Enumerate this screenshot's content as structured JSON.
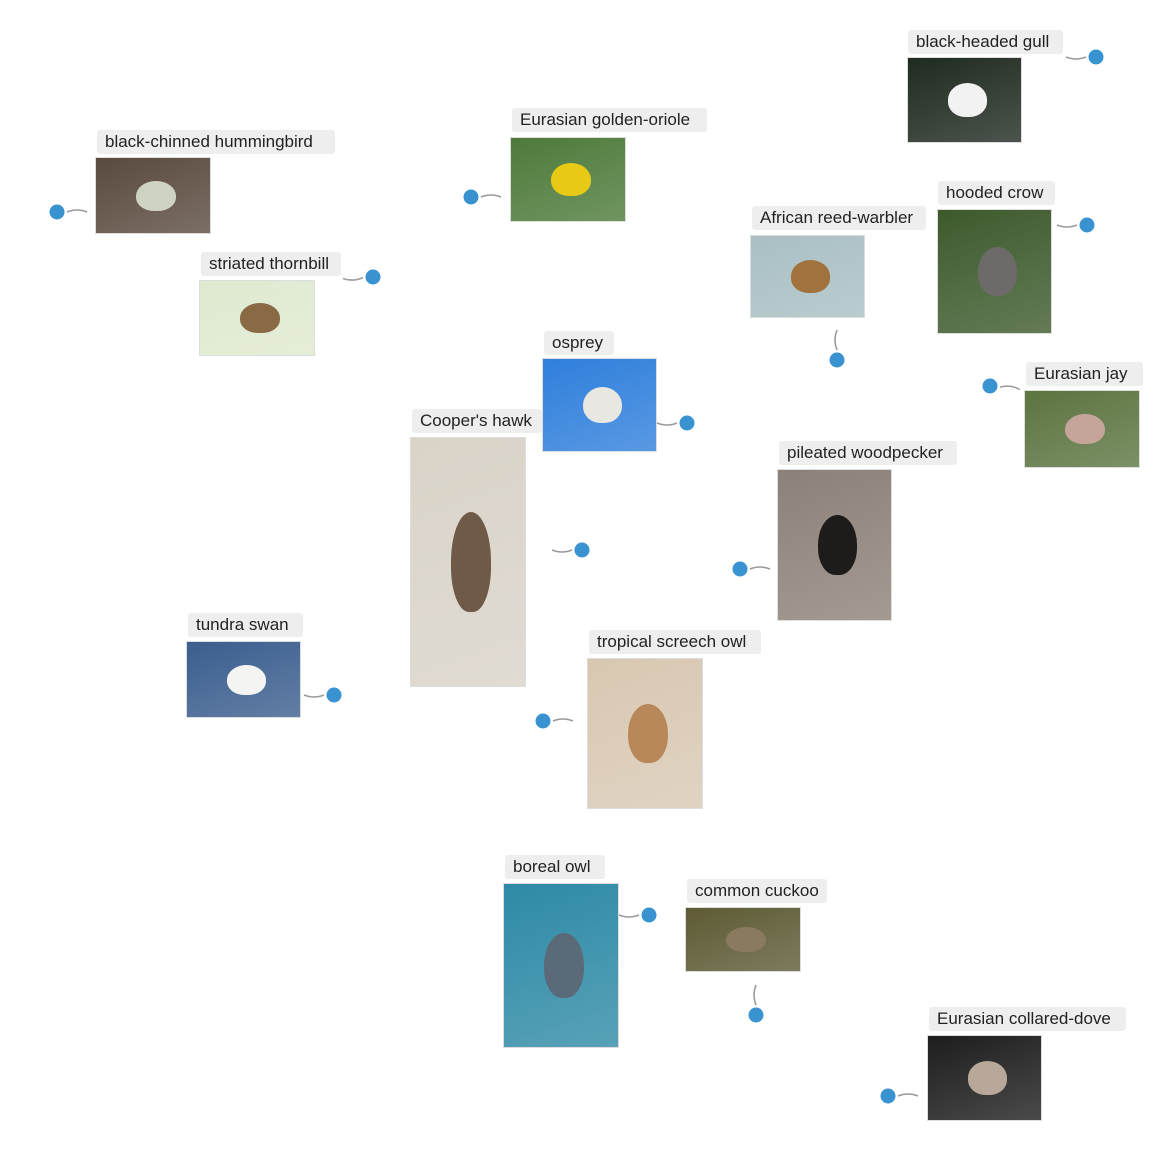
{
  "chart_data": {
    "type": "scatter",
    "title": "",
    "point_color": "#3a93d1",
    "points": [
      {
        "label": "black-headed gull",
        "image_colors": [
          "#1f2a20",
          "#f2f2f2"
        ]
      },
      {
        "label": "Eurasian golden-oriole",
        "image_colors": [
          "#4d7a3a",
          "#e8c915"
        ]
      },
      {
        "label": "black-chinned hummingbird",
        "image_colors": [
          "#5a4a3e",
          "#cfd3c4"
        ]
      },
      {
        "label": "hooded crow",
        "image_colors": [
          "#3d5a2c",
          "#6d6a6a"
        ]
      },
      {
        "label": "African reed-warbler",
        "image_colors": [
          "#a9bfc4",
          "#a0733e"
        ]
      },
      {
        "label": "striated thornbill",
        "image_colors": [
          "#dfe9cf",
          "#8a6a44"
        ]
      },
      {
        "label": "osprey",
        "image_colors": [
          "#2f7fdc",
          "#e9e7e2"
        ]
      },
      {
        "label": "Eurasian jay",
        "image_colors": [
          "#5c7440",
          "#c5a59a"
        ]
      },
      {
        "label": "Cooper's hawk",
        "image_colors": [
          "#d9d3c8",
          "#6e5a46"
        ]
      },
      {
        "label": "pileated woodpecker",
        "image_colors": [
          "#8c8178",
          "#1e1c1a"
        ]
      },
      {
        "label": "tundra swan",
        "image_colors": [
          "#3b5e8e",
          "#f4f4f2"
        ]
      },
      {
        "label": "tropical screech owl",
        "image_colors": [
          "#d8c8b2",
          "#b9885a"
        ]
      },
      {
        "label": "boreal owl",
        "image_colors": [
          "#2e8aa6",
          "#5b6a78"
        ]
      },
      {
        "label": "common cuckoo",
        "image_colors": [
          "#5d5a34",
          "#8a7a5e"
        ]
      },
      {
        "label": "Eurasian collared-dove",
        "image_colors": [
          "#1d1d1d",
          "#b8a89a"
        ]
      }
    ]
  }
}
